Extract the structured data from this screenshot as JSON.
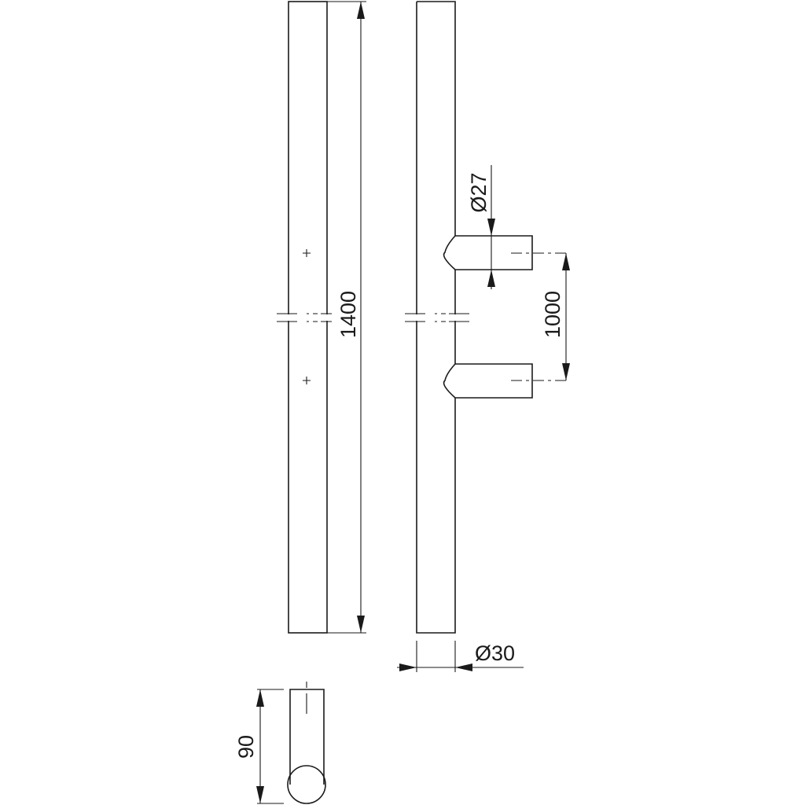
{
  "title": "Door pull handle technical drawing",
  "dimensions": {
    "length": "1400",
    "standoff_diameter": "Ø27",
    "center_distance": "1000",
    "bar_diameter": "Ø30",
    "projection": "90"
  },
  "colors": {
    "line": "#1a1a1a",
    "background": "#ffffff"
  }
}
